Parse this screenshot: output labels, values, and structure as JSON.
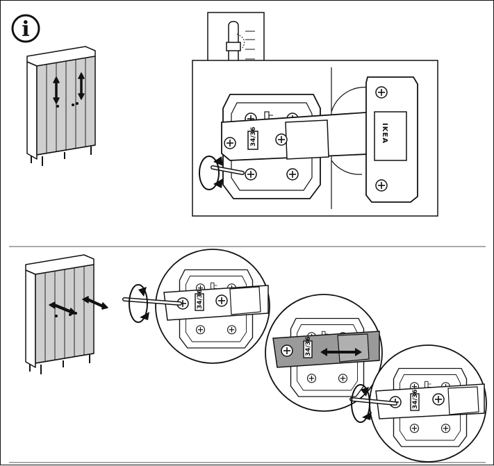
{
  "info_symbol": "i",
  "hinge_label": "34/36",
  "brand_mark": "IKEA",
  "colors": {
    "line": "#111111",
    "door_fill": "#d8d8d8",
    "plate_shade": "#9a9a9a",
    "divider": "#777777"
  }
}
